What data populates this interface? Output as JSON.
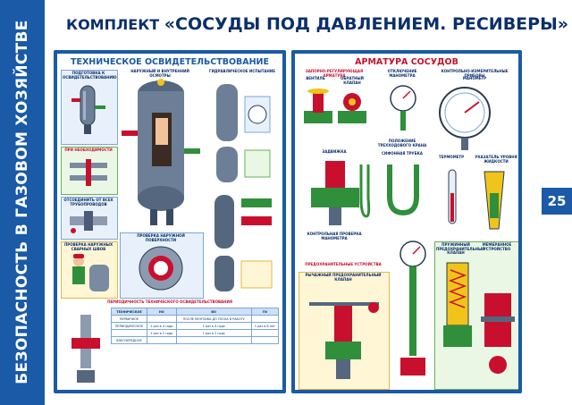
{
  "sidebar": {
    "title": "БЕЗОПАСНОСТЬ В ГАЗОВОМ ХОЗЯЙСТВЕ"
  },
  "header": {
    "prefix": "КОМПЛЕКТ ",
    "title": "«СОСУДЫ ПОД ДАВЛЕНИЕМ. РЕСИВЕРЫ»"
  },
  "page_number": "25",
  "poster_left": {
    "title": "ТЕХНИЧЕСКОЕ ОСВИДЕТЕЛЬСТВОВАНИЕ",
    "captions": {
      "a": "ПОДГОТОВКА К ОСВИДЕТЕЛЬСТВОВАНИЮ",
      "b": "НАРУЖНЫЙ И ВНУТРЕННИЙ ОСМОТРЫ",
      "c": "ГИДРАВЛИЧЕСКОЕ ИСПЫТАНИЕ",
      "d": "ПРИ НЕОБХОДИМОСТИ",
      "e": "ОТСОЕДИНИТЬ ОТ ВСЕХ ТРУБОПРОВОДОВ",
      "f": "ПРОВЕРКА НАРУЖНЫХ СВАРНЫХ ШВОВ",
      "g": "ПРОВЕРКА НАРУЖНОЙ ПОВЕРХНОСТИ",
      "h": "ПЕРИОДИЧНОСТЬ ТЕХНИЧЕСКОГО ОСВИДЕТЕЛЬСТВОВАНИЯ"
    },
    "table": {
      "header": [
        "ТЕХНИЧЕСКОЕ",
        "НО",
        "ВО",
        "ГИ"
      ],
      "rows": [
        [
          "ПЕРВИЧНОЕ",
          "",
          "ПОСЛЕ МОНТАЖА ДО ПУСКА В РАБОТУ",
          ""
        ],
        [
          "ПЕРИОДИЧЕСКОЕ",
          "1 раз в 4 года",
          "1 раз в 4 года",
          "1 раз в 8 лет"
        ],
        [
          "",
          "1 раз в 2 года",
          "1 раз в 2 года",
          ""
        ],
        [
          "ВНЕОЧЕРЕДНОЕ",
          "",
          "",
          ""
        ]
      ]
    }
  },
  "poster_right": {
    "title": "АРМАТУРА СОСУДОВ",
    "captions": {
      "a": "ЗАПОРНО-РЕГУЛИРУЮЩАЯ АРМАТУРА",
      "b": "ВЕНТИЛЬ",
      "c": "ОБРАТНЫЙ КЛАПАН",
      "d": "ЗАДВИЖКА",
      "e": "ОТКЛЮЧЕНИЕ МАНОМЕТРА",
      "f": "КОНТРОЛЬНО-ИЗМЕРИТЕЛЬНЫЕ ПРИБОРЫ",
      "g": "МАНОМЕТР",
      "h": "ПОЛОЖЕНИЕ ТРЕХХОДОВОГО КРАНА",
      "i": "СИФОННАЯ ТРУБКА",
      "j": "ТЕРМОМЕТР",
      "k": "УКАЗАТЕЛЬ УРОВНЯ ЖИДКОСТИ",
      "l": "КОНТРОЛЬНАЯ ПРОВЕРКА МАНОМЕТРА",
      "m": "ПРЕДОХРАНИТЕЛЬНЫЕ УСТРОЙСТВА",
      "n": "РЫЧАЖНЫЙ ПРЕДОХРАНИТЕЛЬНЫЙ КЛАПАН",
      "o": "ПРУЖИННЫЙ ПРЕДОХРАНИТЕЛЬНЫЙ КЛАПАН",
      "p": "МЕМБРАННОЕ УСТРОЙСТВО"
    }
  },
  "colors": {
    "brand": "#1a5aa6",
    "title": "#0b2f6b",
    "accent": "#c8102e"
  }
}
